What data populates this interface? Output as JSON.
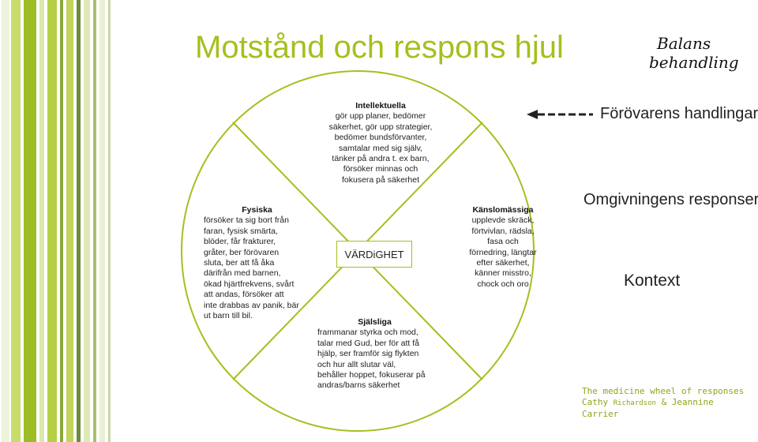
{
  "title": "Motstånd och respons hjul",
  "logo": {
    "line1": "Balans",
    "line2": "behandling"
  },
  "colors": {
    "accent": "#a5bf1e",
    "text": "#222222",
    "credit": "#8ea51a"
  },
  "wheel": {
    "center_label": "VÄRDiGHET",
    "quadrants": {
      "top": {
        "heading": "Intellektuella",
        "lines": [
          "gör upp planer, bedömer",
          "säkerhet, gör upp strategier,",
          "bedömer bundsförvanter,",
          "samtalar med sig själv,",
          "tänker på andra t. ex barn,",
          "försöker minnas och",
          "fokusera på säkerhet"
        ]
      },
      "left": {
        "heading": "Fysiska",
        "lines": [
          "försöker ta sig bort från",
          "faran, fysisk smärta,",
          "blöder, får frakturer,",
          "gråter, ber förövaren",
          "sluta, ber att få åka",
          "därifrån med barnen,",
          "ökad hjärtfrekvens, svårt",
          "att andas, försöker att",
          "inte drabbas av panik, bär",
          "ut barn till bil."
        ]
      },
      "right": {
        "heading": "Känslomässiga",
        "lines": [
          "upplevde skräck,",
          "förtvivlan, rädsla,",
          "fasa och",
          "förnedring, längtar",
          "efter säkerhet,",
          "känner misstro,",
          "chock och oro"
        ]
      },
      "bottom": {
        "heading": "Själsliga",
        "lines": [
          "frammanar styrka och mod,",
          "talar med Gud, ber för att få",
          "hjälp, ser framför sig flykten",
          "och hur allt slutar väl,",
          "behåller hoppet, fokuserar på",
          "andras/barns säkerhet"
        ]
      }
    }
  },
  "legend": {
    "perpetrator_label": "Förövarens handlingar",
    "response_label": "Omgivningens responser",
    "context_label": "Kontext"
  },
  "credit": {
    "line1": "The medicine wheel of responses",
    "line2_a": "Cathy",
    "line2_b": "Richardson",
    "line2_c": "& Jeannine",
    "line3": "Carrier"
  }
}
